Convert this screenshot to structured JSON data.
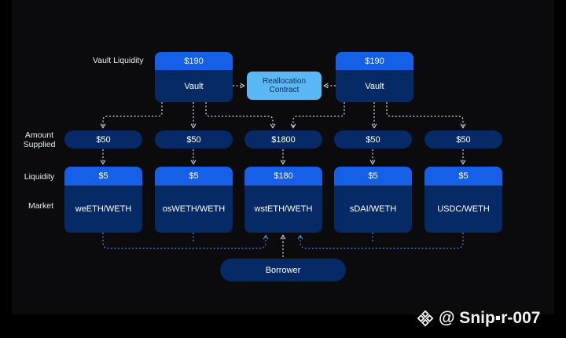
{
  "labels": {
    "vault_liquidity": "Vault Liquidity",
    "amount_supplied_1": "Amount",
    "amount_supplied_2": "Supplied",
    "liquidity": "Liquidity",
    "market": "Market"
  },
  "vaults": [
    {
      "liquidity": "$190",
      "name": "Vault"
    },
    {
      "liquidity": "$190",
      "name": "Vault"
    }
  ],
  "reallocation": {
    "line1": "Reallocation",
    "line2": "Contract"
  },
  "markets": [
    {
      "supplied": "$50",
      "liquidity": "$5",
      "name": "weETH/WETH"
    },
    {
      "supplied": "$50",
      "liquidity": "$5",
      "name": "osWETH/WETH"
    },
    {
      "supplied": "$1800",
      "liquidity": "$180",
      "name": "wstETH/WETH"
    },
    {
      "supplied": "$50",
      "liquidity": "$5",
      "name": "sDAI/WETH"
    },
    {
      "supplied": "$50",
      "liquidity": "$5",
      "name": "USDC/WETH"
    }
  ],
  "borrower": "Borrower",
  "watermark": {
    "text": "@ Snip▪r-007",
    "logo_icon": "binance-diamond-icon"
  },
  "colors": {
    "dark_blue": "#052a66",
    "bright_blue": "#1660e8",
    "light_blue": "#59b8f5",
    "connector": "#d0d8e6",
    "borrow_line": "#3f8fe8"
  }
}
